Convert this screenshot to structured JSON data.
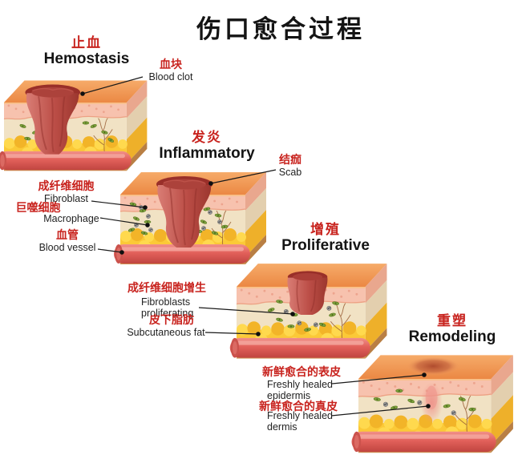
{
  "title": "伤口愈合过程",
  "palette": {
    "accent": "#c8231e",
    "ink": "#141414",
    "leader": "#1a1a1a",
    "top_face": [
      "#f6ab69",
      "#eb8844"
    ],
    "epidermis": "#f7c2ae",
    "epidermis_dots": "#eb9f88",
    "dermis": "#f1e2c4",
    "fat": "#fbc937",
    "fat_light": "#ffd94e",
    "fat_dark": "#f2b428",
    "band": "#d09254",
    "vessel": [
      "#f1918a",
      "#e2605a",
      "#c04540"
    ],
    "clot": [
      "#d97d75",
      "#bb4d46",
      "#9c372f"
    ],
    "clot_rim": "#992f29",
    "fibroblast_green": "#7ea23c",
    "macrophage_gray": "#9b9b9b",
    "capillary": "#985c33",
    "side_pink": "#e9a78e",
    "side_cream": "#e3cfae",
    "side_yellow": "#eeb02a",
    "side_tan": "#b97f44",
    "healed_spot": "#b04c2e",
    "healed_streak": "#ee948b"
  },
  "stages": [
    {
      "id": "hemostasis",
      "zh": "止血",
      "en": "Hemostasis"
    },
    {
      "id": "inflammatory",
      "zh": "发炎",
      "en": "Inflammatory"
    },
    {
      "id": "proliferative",
      "zh": "增殖",
      "en": "Proliferative"
    },
    {
      "id": "remodeling",
      "zh": "重塑",
      "en": "Remodeling"
    }
  ],
  "annotations": {
    "blood_clot": {
      "zh": "血块",
      "en": "Blood clot"
    },
    "scab": {
      "zh": "结痂",
      "en": "Scab"
    },
    "fibroblast": {
      "zh": "成纤维细胞",
      "en": "Fibroblast"
    },
    "macrophage": {
      "zh": "巨噬细胞",
      "en": "Macrophage"
    },
    "blood_vessel": {
      "zh": "血管",
      "en": "Blood vessel"
    },
    "fibroblasts_proliferating": {
      "zh": "成纤维细胞增生",
      "en": "Fibroblasts proliferating"
    },
    "subcutaneous_fat": {
      "zh": "皮下脂肪",
      "en": "Subcutaneous fat"
    },
    "freshly_healed_epidermis": {
      "zh": "新鲜愈合的表皮",
      "en": "Freshly healed epidermis"
    },
    "freshly_healed_dermis": {
      "zh": "新鲜愈合的真皮",
      "en": "Freshly healed dermis"
    }
  }
}
